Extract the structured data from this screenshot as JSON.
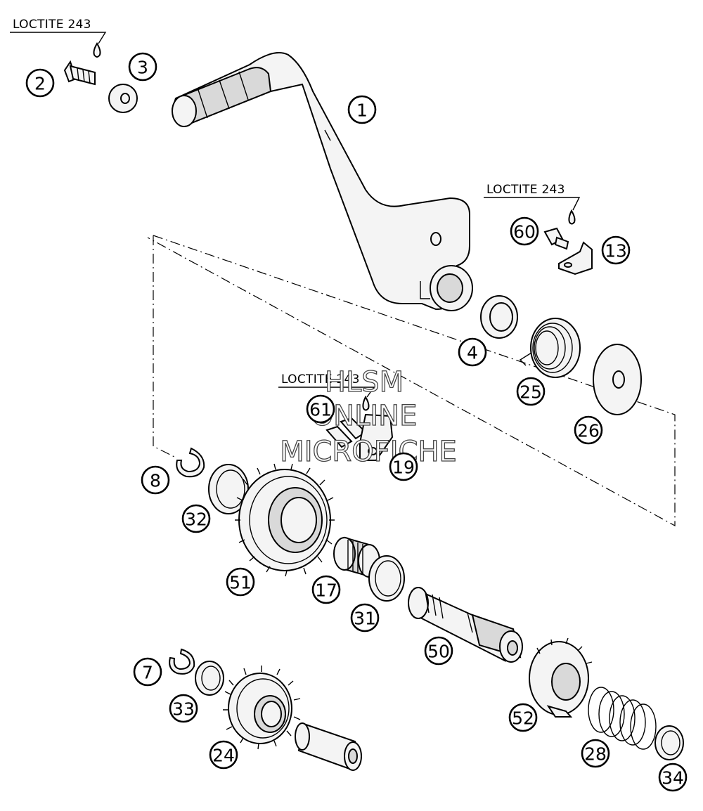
{
  "notes": {
    "loctite_top": "LOCTITE 243",
    "loctite_right": "LOCTITE 243",
    "loctite_middle": "LOCTITE 243"
  },
  "watermark": {
    "line1": "HLSM",
    "line2": "ONLINE",
    "line3": "MICROFICHE"
  },
  "callouts": {
    "c1": "1",
    "c2": "2",
    "c3": "3",
    "c4": "4",
    "c60": "60",
    "c13": "13",
    "c25": "25",
    "c26": "26",
    "c61": "61",
    "c19": "19",
    "c8": "8",
    "c32": "32",
    "c51": "51",
    "c17": "17",
    "c31": "31",
    "c50": "50",
    "c7": "7",
    "c33": "33",
    "c24": "24",
    "c52": "52",
    "c28": "28",
    "c34": "34"
  }
}
